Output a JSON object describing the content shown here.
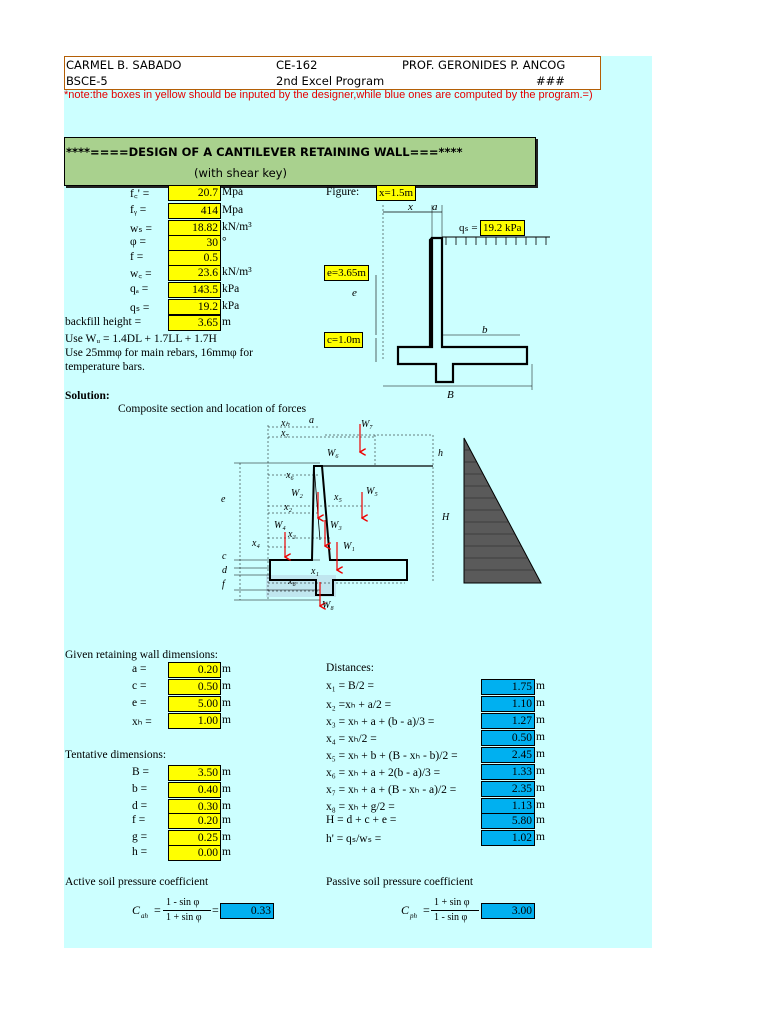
{
  "header": {
    "name": "CARMEL B. SABADO",
    "course": "CE-162",
    "prof": "PROF. GERONIDES P. ANCOG",
    "section": "BSCE-5",
    "program": "2nd Excel Program",
    "hash": "###",
    "note": "*note:the boxes in yellow should be inputed by the designer,while blue ones are computed by the program.=)"
  },
  "title": {
    "line1": "****====DESIGN OF A CANTILEVER RETAINING WALL===****",
    "line2": "(with shear key)"
  },
  "inputs": [
    {
      "label": "f꜀' =",
      "value": "20.7",
      "unit": "Mpa"
    },
    {
      "label": "fᵧ =",
      "value": "414",
      "unit": "Mpa"
    },
    {
      "label": "wₛ =",
      "value": "18.82",
      "unit": "kN/m³"
    },
    {
      "label": "φ =",
      "value": "30",
      "unit": "°"
    },
    {
      "label": "f =",
      "value": "0.5",
      "unit": ""
    },
    {
      "label": "w꜀ =",
      "value": "23.6",
      "unit": "kN/m³"
    },
    {
      "label": "qₐ =",
      "value": "143.5",
      "unit": "kPa"
    },
    {
      "label": "qₛ =",
      "value": "19.2",
      "unit": "kPa"
    },
    {
      "label": "backfill height =",
      "value": "3.65",
      "unit": "m"
    }
  ],
  "load_text": {
    "l1": "Use Wᵤ = 1.4DL + 1.7LL + 1.7H",
    "l2": "Use 25mmφ for main rebars, 16mmφ for",
    "l3": "temperature bars."
  },
  "figure": {
    "label": "Figure:",
    "x_box": "x=1.5m",
    "e_box": "e=3.65m",
    "c_box": "c=1.0m",
    "qs_label": "qₛ =",
    "qs_box": "19.2 kPa",
    "x": "x",
    "a": "a",
    "e": "e",
    "b": "b",
    "B": "B"
  },
  "solution": {
    "label": "Solution:",
    "caption": "Composite section and location of forces"
  },
  "composite": {
    "xh": "xₕ",
    "a": "a",
    "x7": "x₇",
    "W7": "W₇",
    "W6": "W₆",
    "h": "h",
    "x6": "x₆",
    "e": "e",
    "W2": "W₂",
    "x5": "x₅",
    "W5": "W₅",
    "x2": "x₂",
    "H": "H",
    "W4": "W₄",
    "W3": "W₃",
    "x3": "x₃",
    "x4": "x₄",
    "W1": "W₁",
    "c": "c",
    "d": "d",
    "x1": "x₁",
    "f": "f",
    "x8": "x₈",
    "W8": "W₈"
  },
  "given": {
    "heading": "Given retaining wall dimensions:",
    "rows": [
      {
        "label": "a =",
        "value": "0.20",
        "unit": "m"
      },
      {
        "label": "c =",
        "value": "0.50",
        "unit": "m"
      },
      {
        "label": "e =",
        "value": "5.00",
        "unit": "m"
      },
      {
        "label": "xₕ =",
        "value": "1.00",
        "unit": "m"
      }
    ]
  },
  "tentative": {
    "heading": "Tentative dimensions:",
    "rows": [
      {
        "label": "B =",
        "value": "3.50",
        "unit": "m"
      },
      {
        "label": "b =",
        "value": "0.40",
        "unit": "m"
      },
      {
        "label": "d =",
        "value": "0.30",
        "unit": "m"
      },
      {
        "label": "f =",
        "value": "0.20",
        "unit": "m"
      },
      {
        "label": "g =",
        "value": "0.25",
        "unit": "m"
      },
      {
        "label": "h =",
        "value": "0.00",
        "unit": "m"
      }
    ]
  },
  "distances": {
    "heading": "Distances:",
    "rows": [
      {
        "label": "x₁ = B/2 =",
        "value": "1.75",
        "unit": "m"
      },
      {
        "label": "x₂ =xₕ + a/2 =",
        "value": "1.10",
        "unit": "m"
      },
      {
        "label": "x₃ = xₕ + a + (b - a)/3 =",
        "value": "1.27",
        "unit": "m"
      },
      {
        "label": "x₄ = xₕ/2 =",
        "value": "0.50",
        "unit": "m"
      },
      {
        "label": "x₅ = xₕ + b + (B - xₕ - b)/2 =",
        "value": "2.45",
        "unit": "m"
      },
      {
        "label": "x₆ = xₕ + a + 2(b - a)/3 =",
        "value": "1.33",
        "unit": "m"
      },
      {
        "label": "x₇ = xₕ + a + (B - xₕ - a)/2 =",
        "value": "2.35",
        "unit": "m"
      },
      {
        "label": "x₈ = xₕ + g/2 =",
        "value": "1.13",
        "unit": "m"
      },
      {
        "label": "H = d + c + e =",
        "value": "5.80",
        "unit": "m"
      },
      {
        "label": "h' = qₛ/wₛ =",
        "value": "1.02",
        "unit": "m"
      }
    ]
  },
  "active": {
    "heading": "Active soil pressure coefficient",
    "symbol": "C",
    "sub": "ah",
    "num": "1 - sin φ",
    "den": "1 + sin φ",
    "value": "0.33"
  },
  "passive": {
    "heading": "Passive soil pressure coefficient",
    "symbol": "C",
    "sub": "ph",
    "num": "1 + sin φ",
    "den": "1 - sin φ",
    "value": "3.00"
  },
  "colors": {
    "input": "#ffff00",
    "computed": "#00b0f0",
    "sheet": "#ccffff",
    "title": "#a9d18e"
  }
}
